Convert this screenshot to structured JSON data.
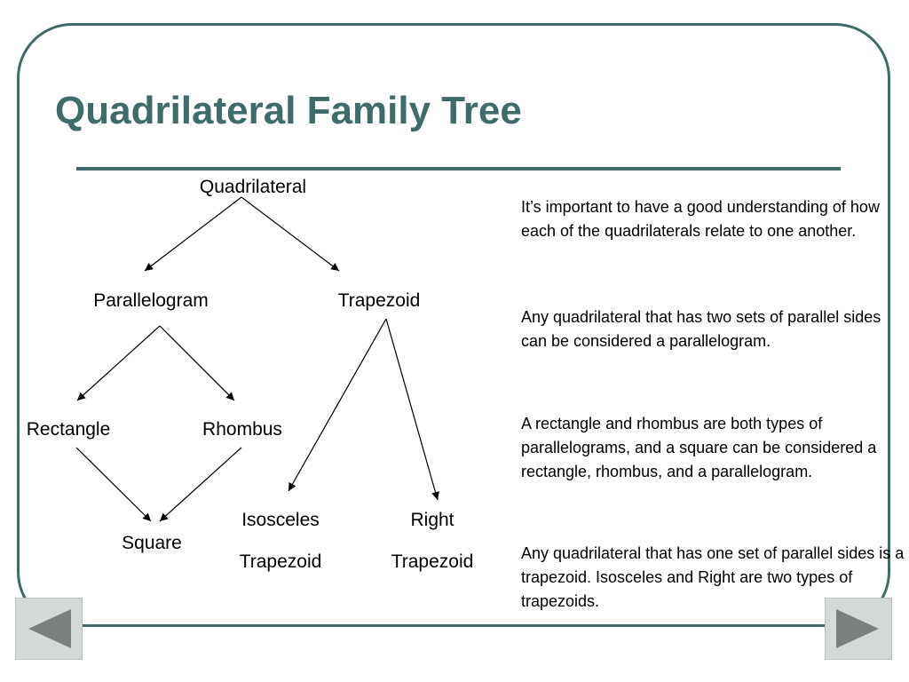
{
  "slide": {
    "title": "Quadrilateral Family Tree",
    "accent_color": "#3f6b6b"
  },
  "tree": {
    "root": "Quadrilateral",
    "parallelogram": "Parallelogram",
    "trapezoid": "Trapezoid",
    "rectangle": "Rectangle",
    "rhombus": "Rhombus",
    "square": "Square",
    "isosceles_line1": "Isosceles",
    "isosceles_line2": "Trapezoid",
    "right_line1": "Right",
    "right_line2": "Trapezoid"
  },
  "paragraphs": [
    "It’s important to have a good understanding of how each of the quadrilaterals relate to one another.",
    "Any quadrilateral that has two sets of parallel sides can be considered a parallelogram.",
    "A rectangle and rhombus are both types of parallelograms, and a square can be considered a rectangle, rhombus, and a parallelogram.",
    "Any quadrilateral that has one set of parallel sides is a trapezoid. Isosceles and Right are two types of trapezoids."
  ],
  "navigation": {
    "prev_icon": "triangle-left-icon",
    "next_icon": "triangle-right-icon",
    "button_color": "#d4d9d9",
    "arrow_color": "#7a7f7f"
  }
}
